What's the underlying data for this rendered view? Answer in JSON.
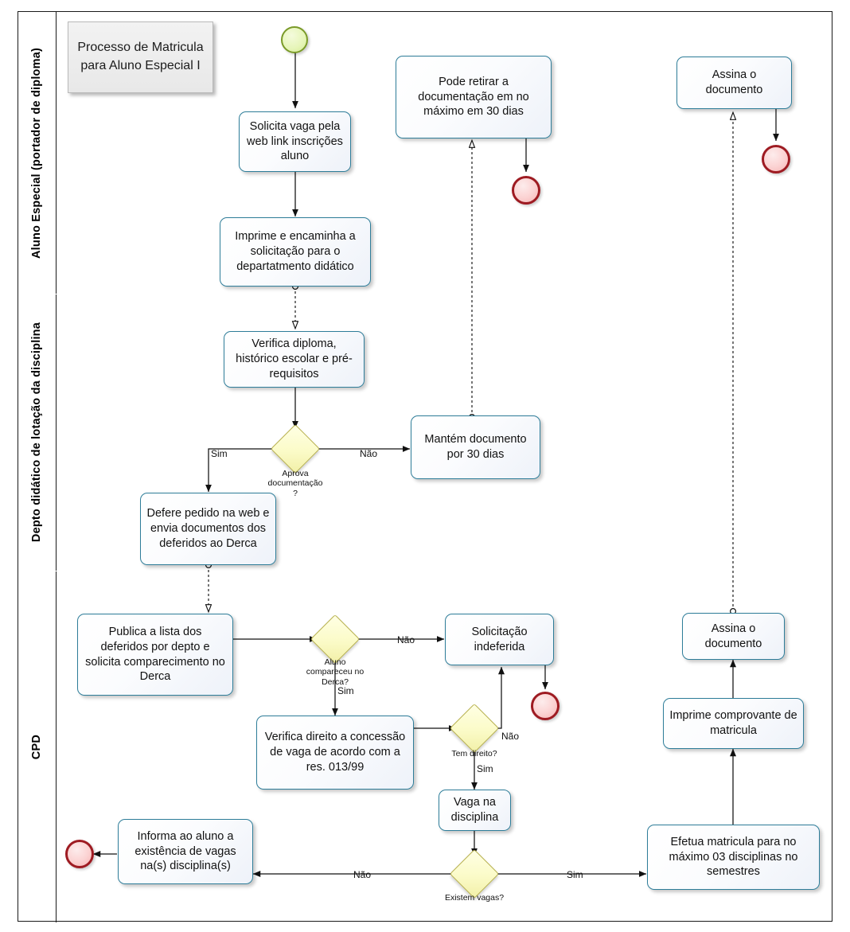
{
  "diagram": {
    "title": "Processo de Matricula para Aluno Especial  I",
    "type": "bpmn-flowchart"
  },
  "lanes": [
    {
      "id": "lane-aluno",
      "label": "Aluno Especial (portador de diploma)"
    },
    {
      "id": "lane-depto",
      "label": "Depto didático de lotação da disciplina"
    },
    {
      "id": "lane-cpd",
      "label": "CPD"
    }
  ],
  "events": [
    {
      "id": "start-1",
      "kind": "start",
      "lane": "lane-aluno"
    },
    {
      "id": "end-1",
      "kind": "end",
      "lane": "lane-aluno"
    },
    {
      "id": "end-2",
      "kind": "end",
      "lane": "lane-aluno"
    },
    {
      "id": "end-3",
      "kind": "end",
      "lane": "lane-cpd"
    },
    {
      "id": "end-4",
      "kind": "end",
      "lane": "lane-cpd"
    }
  ],
  "tasks": [
    {
      "id": "t1",
      "lane": "lane-aluno",
      "label": "Solicita vaga pela web link inscrições aluno"
    },
    {
      "id": "t2",
      "lane": "lane-aluno",
      "label": "Imprime e encaminha a solicitação para o departatmento didático"
    },
    {
      "id": "t3",
      "lane": "lane-aluno",
      "label": "Pode retirar  a documentação em  no máximo em  30 dias"
    },
    {
      "id": "t4",
      "lane": "lane-aluno",
      "label": "Assina o documento"
    },
    {
      "id": "t5",
      "lane": "lane-depto",
      "label": "Verifica diploma, histórico escolar e pré-requisitos"
    },
    {
      "id": "t6",
      "lane": "lane-depto",
      "label": "Mantém documento por 30 dias"
    },
    {
      "id": "t7",
      "lane": "lane-depto",
      "label": "Defere pedido na web e envia documentos dos deferidos ao Derca"
    },
    {
      "id": "t8",
      "lane": "lane-cpd",
      "label": "Publica a lista dos deferidos  por depto e solicita comparecimento no Derca"
    },
    {
      "id": "t9",
      "lane": "lane-cpd",
      "label": "Solicitação indeferida"
    },
    {
      "id": "t10",
      "lane": "lane-cpd",
      "label": "Assina o documento"
    },
    {
      "id": "t11",
      "lane": "lane-cpd",
      "label": "Verifica direito a concessão de vaga de acordo com a res. 013/99"
    },
    {
      "id": "t12",
      "lane": "lane-cpd",
      "label": "Imprime comprovante de matricula"
    },
    {
      "id": "t13",
      "lane": "lane-cpd",
      "label": "Vaga na disciplina"
    },
    {
      "id": "t14",
      "lane": "lane-cpd",
      "label": "Informa ao aluno a existência de vagas na(s) disciplina(s)"
    },
    {
      "id": "t15",
      "lane": "lane-cpd",
      "label": "Efetua matricula para no máximo 03 disciplinas no semestres"
    }
  ],
  "gateways": [
    {
      "id": "g1",
      "lane": "lane-depto",
      "label": "Aprova\ndocumentação\n?"
    },
    {
      "id": "g2",
      "lane": "lane-cpd",
      "label": "Aluno\ncompareceu no\nDerca?"
    },
    {
      "id": "g3",
      "lane": "lane-cpd",
      "label": "Tem direito?"
    },
    {
      "id": "g4",
      "lane": "lane-cpd",
      "label": "Existem vagas?"
    }
  ],
  "edge_labels": {
    "g1_sim": "Sim",
    "g1_nao": "Não",
    "g2_nao": "Não",
    "g2_sim": "Sim",
    "g3_nao": "Não",
    "g3_sim": "Sim",
    "g4_nao": "Não",
    "g4_sim": "Sim"
  },
  "colors": {
    "task_border": "#2e7d99",
    "gateway_border": "#b8b24e",
    "gateway_fill": "#fbfbc8",
    "start_border": "#7a9a28",
    "end_border": "#9e1b22",
    "pool_border": "#1a1a1a"
  }
}
